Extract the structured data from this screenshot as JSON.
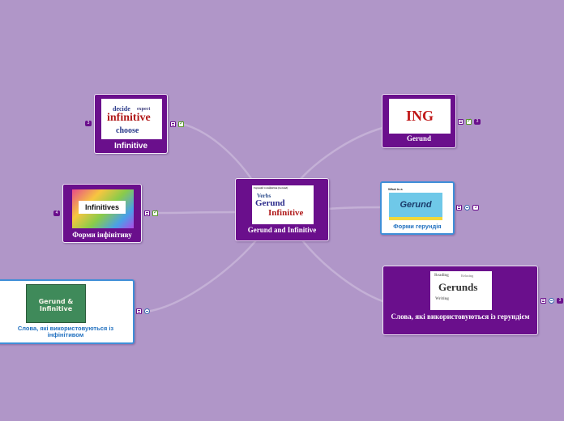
{
  "colors": {
    "background": "#b096c8",
    "node_purple": "#6a0f8c",
    "link": "#c4b0d6",
    "highlight_border": "#3f8fd8"
  },
  "central": {
    "title": "Gerund and Infinitive",
    "image_caption": "Герундій та інфінітив (Gerund)",
    "image_words": [
      "Verbs",
      "Gerund",
      "Infinitive"
    ]
  },
  "nodes": {
    "infinitive": {
      "title": "Infinitive",
      "badge": "3",
      "icons": [
        "note-icon",
        "check-icon"
      ],
      "cloud_words": [
        "decide",
        "expect",
        "infinitive",
        "choose"
      ]
    },
    "forms_infinitive": {
      "title": "Форми інфінітиву",
      "badge": "4",
      "icons": [
        "note-icon",
        "check-icon"
      ],
      "image_text": "Infinitives"
    },
    "words_infinitive": {
      "title": "Слова, які використовуються із інфінітивом",
      "icons": [
        "note-icon",
        "link-icon"
      ],
      "image_text": "Gerund & Infinitive"
    },
    "gerund": {
      "title": "Gerund",
      "badge": "3",
      "icons": [
        "note-icon",
        "check-icon"
      ],
      "image_text": "ING"
    },
    "forms_gerund": {
      "title": "Форми герундія",
      "badge": "3",
      "icons": [
        "note-icon",
        "link-icon"
      ],
      "image_header": "What is a",
      "image_text": "Gerund"
    },
    "words_gerund": {
      "title": "Слова, які використовуються із герундієм",
      "badge": "3",
      "icons": [
        "note-icon",
        "link-icon"
      ],
      "image_text": "Gerunds",
      "image_words": [
        "Reading",
        "Relaxing",
        "Writing"
      ]
    }
  }
}
